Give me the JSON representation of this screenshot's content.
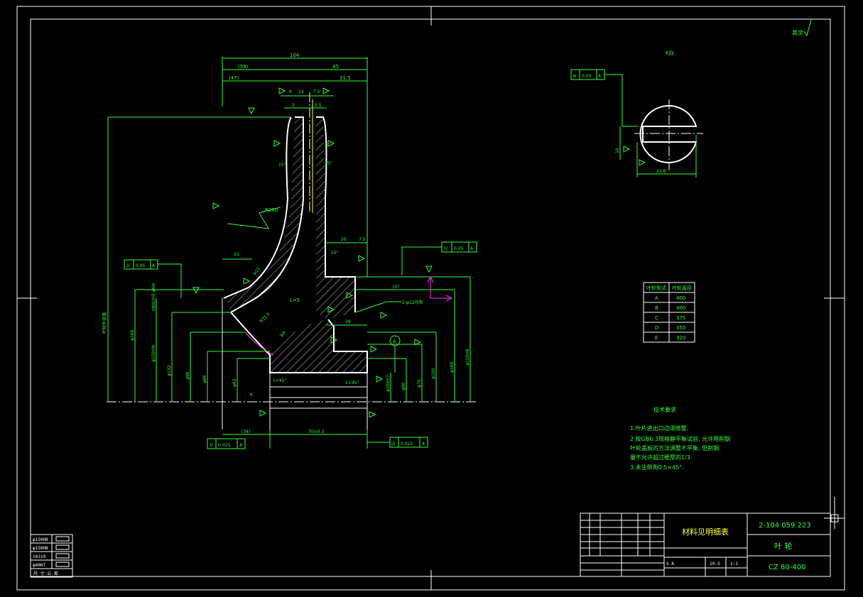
{
  "drawing": {
    "view_label": "K向",
    "roughness_note": "其余",
    "dimensions": {
      "overall_width": "104",
      "left_part_a": "(59)",
      "right_part_a": "45",
      "left_part_b": "(47)",
      "right_part_b": "31.5",
      "top_6": "6",
      "top_12": "12",
      "top_75": "7.5",
      "top_2": "2",
      "top_05": "0.5",
      "angle_left": "15°",
      "angle_right": "15°",
      "radius_main": "R200",
      "dim_20": "20",
      "dim_75b": "7.5",
      "dim_22": "22",
      "angle_15b": "15°",
      "angle_10": "10°",
      "holes": "5-φ12均布",
      "dim_26": "26",
      "r_inner": "R12",
      "r_mid": "R31.5",
      "r_small": "R4",
      "l5": "L=5",
      "chamfer_a": "1×45°",
      "chamfer_b": "1×45°",
      "bottom_34": "(34)",
      "bottom_70": "70±0.3",
      "key_width": "22.8",
      "key_height": "10",
      "letter_k": "K",
      "datum_a": "A",
      "d_wheel": "叶轮外径值",
      "left_dims": [
        "φ160",
        "φ150H8",
        "φ132",
        "φ96",
        "φ86",
        "φ62"
      ],
      "left_dim_top": "切削后外径 φ400",
      "right_dims": [
        "φ100H7",
        "φ90",
        "φ75",
        "φ100",
        "φ160",
        "φ150H8"
      ]
    },
    "tolerance_frames": [
      {
        "symbol": "//",
        "value": "0.05",
        "datum": "A"
      },
      {
        "symbol": "//",
        "value": "0.05",
        "datum": "A"
      },
      {
        "symbol": "//",
        "value": "0.025",
        "datum": "A"
      },
      {
        "symbol": "//",
        "value": "0.025",
        "datum": "A"
      },
      {
        "symbol": "≡",
        "value": "0.03",
        "datum": "A"
      }
    ],
    "cut_table": {
      "headers": [
        "叶轮型式",
        "叶轮直径"
      ],
      "rows": [
        [
          "A",
          "400"
        ],
        [
          "B",
          "400"
        ],
        [
          "C",
          "375"
        ],
        [
          "D",
          "350"
        ],
        [
          "E",
          "320"
        ]
      ]
    },
    "tech_req": {
      "title": "技术要求",
      "items": [
        "1.叶片进出口边须修整.",
        "2.按GB6.3规格静平衡试验, 允许用削钢",
        "  叶轮盖板的方法调整不平衡, 但削钢",
        "  量不允许超过壁厚的1/3.",
        "3.未注倒角0.5×45°."
      ]
    },
    "title_block": {
      "material": "材料见明细表",
      "drawing_no": "2-104 059 223",
      "part_name": "叶 轮",
      "model": "CZ 80-400",
      "scale": "1:1",
      "weight": "19.3",
      "stage": "S A"
    },
    "fit_table": {
      "rows": [
        "φ150H8",
        "φ150H8",
        "10Js9",
        "φ40H7"
      ],
      "footer": "尺 寸 公 差"
    }
  }
}
